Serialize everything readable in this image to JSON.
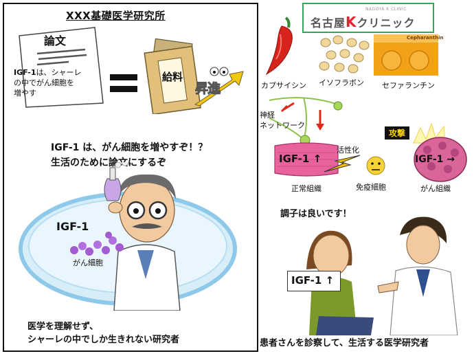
{
  "left": {
    "title": "XXX基礎医学研究所",
    "paper_title": "論文",
    "paper_text_igf": "IGF-1",
    "paper_text_line1": "は、シャーレ",
    "paper_text_line2": "の中でがん細胞を",
    "paper_text_line3": "増やす",
    "salary_label": "給料",
    "promotion_label": "昇進",
    "speech_line1": "IGF-1 は、がん細胞を増やすぞ！？",
    "speech_line2": "生活のために論文にするぞ",
    "igf_label": "IGF-1",
    "cancer_cell_label": "がん細胞",
    "caption_line1": "医学を理解せず、",
    "caption_line2": "シャーレの中でしか生きれない研究者"
  },
  "right": {
    "clinic_name": "名古屋",
    "clinic_name_k": "K",
    "clinic_name_tail": "クリニック",
    "clinic_sub": "NAGOYA K CLINIC",
    "capsaicin": "カプサイシン",
    "isoflavone": "イソフラボン",
    "cepharanthine": "セファランチン",
    "pill_box_label": "Cepharanthin",
    "nerve_line1": "神経",
    "nerve_line2": "ネットワーク",
    "igf_normal": "IGF-1",
    "activation": "活性化",
    "attack": "攻撃",
    "igf_cancer": "IGF-1",
    "normal_tissue": "正常組織",
    "immune_cell": "免疫細胞",
    "cancer_tissue": "がん組織",
    "patient_speech": "調子は良いです！",
    "patient_igf": "IGF-1",
    "caption": "患者さんを診察して、生活する医学研究者"
  },
  "colors": {
    "green_border": "#33a65a",
    "petri": "#8ec9ea",
    "cell_purple": "#a35bd0",
    "tissue_pink": "#e8639e",
    "pill_orange": "#f4a11a",
    "attack_yellow": "#f7d000"
  }
}
